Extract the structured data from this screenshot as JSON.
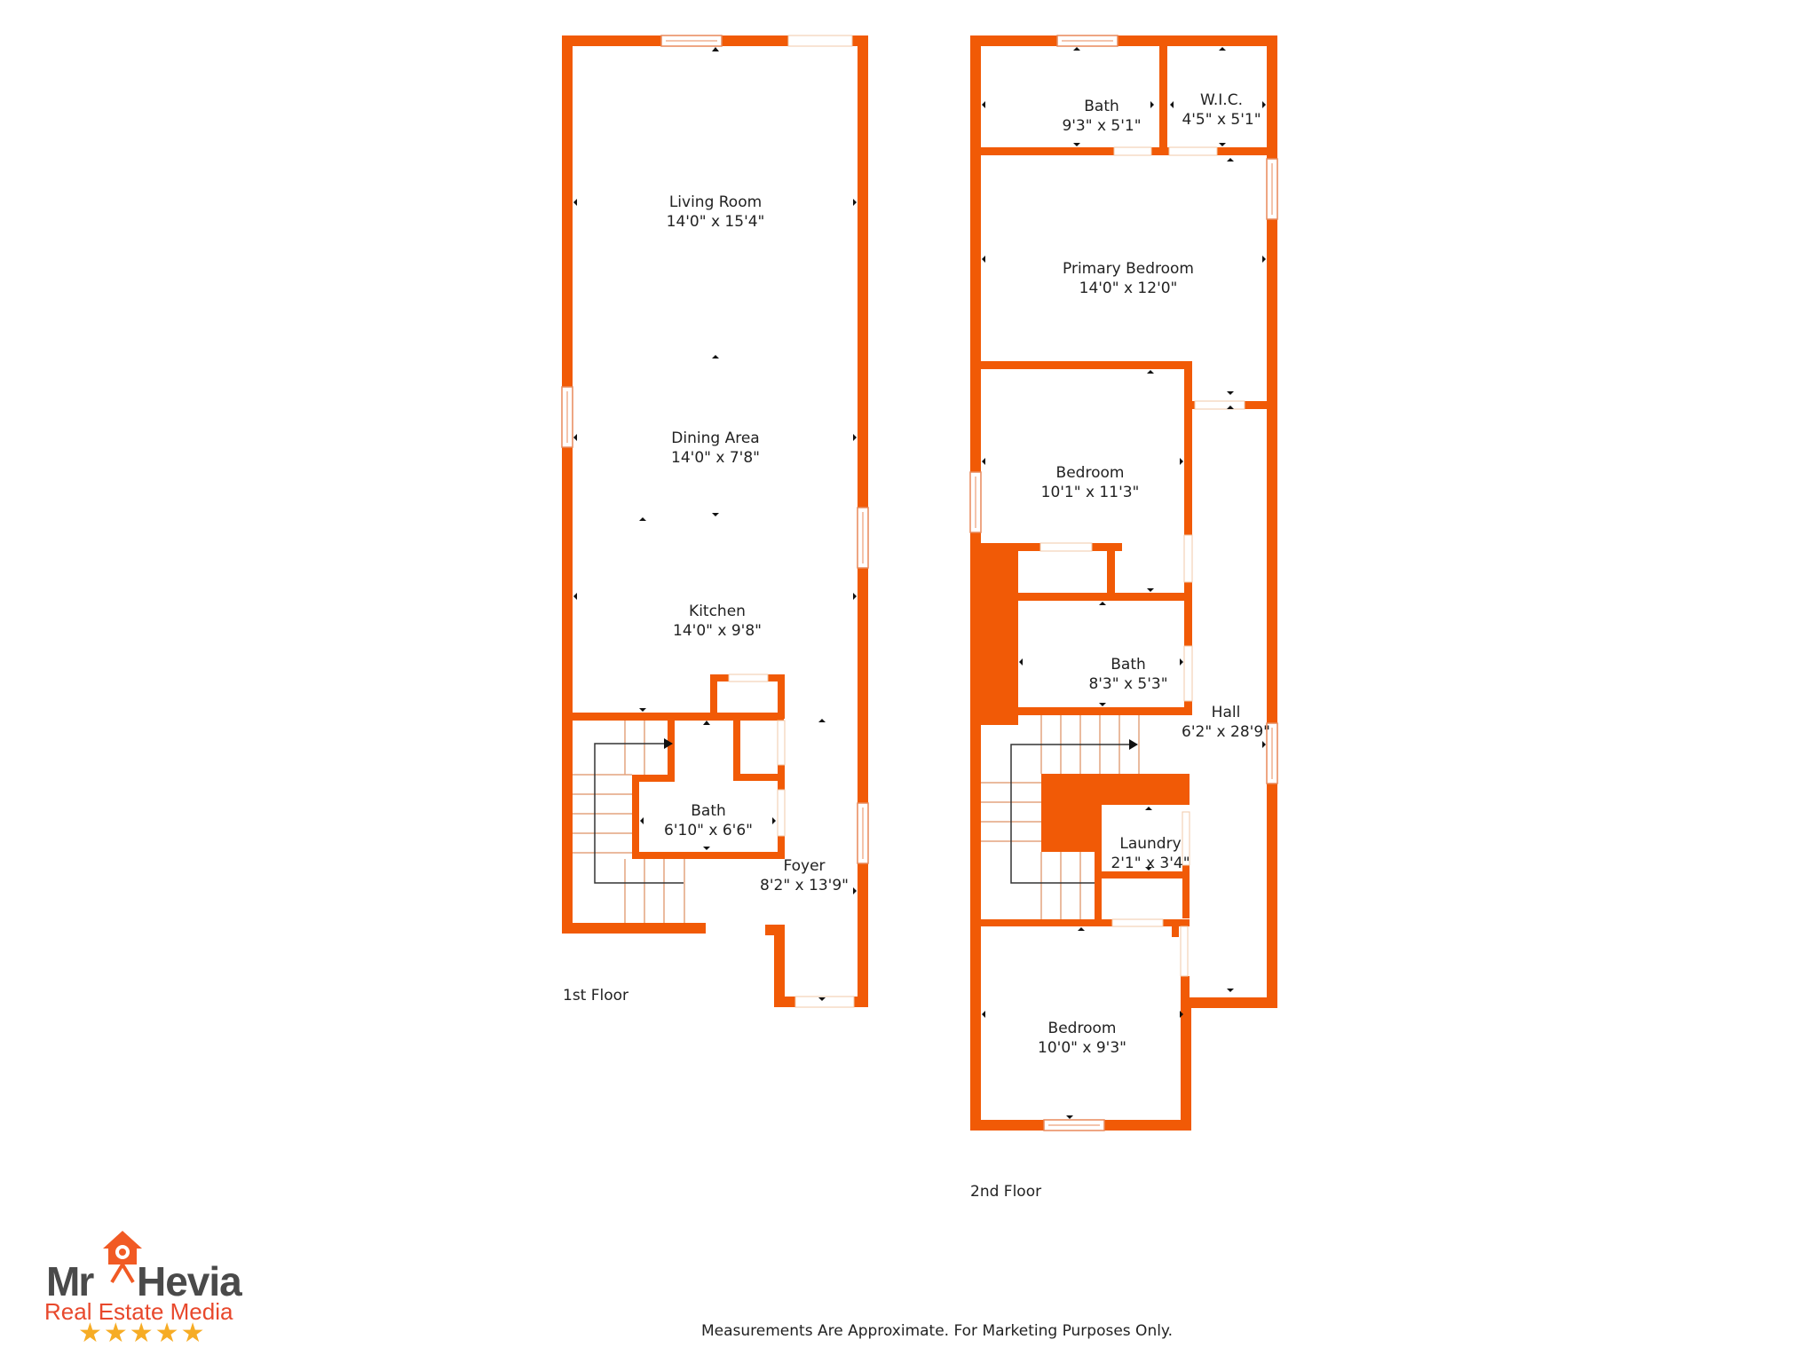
{
  "floors": [
    {
      "name": "1st Floor",
      "rooms": [
        {
          "name": "Living Room",
          "dims": "14'0\" x 15'4\""
        },
        {
          "name": "Dining Area",
          "dims": "14'0\" x 7'8\""
        },
        {
          "name": "Kitchen",
          "dims": "14'0\" x 9'8\""
        },
        {
          "name": "Bath",
          "dims": "6'10\" x 6'6\""
        },
        {
          "name": "Foyer",
          "dims": "8'2\" x 13'9\""
        }
      ]
    },
    {
      "name": "2nd Floor",
      "rooms": [
        {
          "name": "Bath",
          "dims": "9'3\" x 5'1\""
        },
        {
          "name": "W.I.C.",
          "dims": "4'5\" x 5'1\""
        },
        {
          "name": "Primary Bedroom",
          "dims": "14'0\" x 12'0\""
        },
        {
          "name": "Bedroom",
          "dims": "10'1\" x 11'3\""
        },
        {
          "name": "Bath",
          "dims": "8'3\" x 5'3\""
        },
        {
          "name": "Hall",
          "dims": "6'2\" x 28'9\""
        },
        {
          "name": "Laundry",
          "dims": "2'1\" x 3'4\""
        },
        {
          "name": "Bedroom",
          "dims": "10'0\" x 9'3\""
        }
      ]
    }
  ],
  "disclaimer": "Measurements Are Approximate. For Marketing Purposes Only.",
  "logo": {
    "brand_left": "Mr",
    "brand_right": "Hevia",
    "tagline": "Real Estate Media",
    "stars": "★★★★★",
    "rating": 5
  },
  "colors": {
    "wall": "#f15a06",
    "logo_text": "#4a4a4a",
    "logo_tagline": "#e8482c",
    "stars": "#f6ac25"
  }
}
